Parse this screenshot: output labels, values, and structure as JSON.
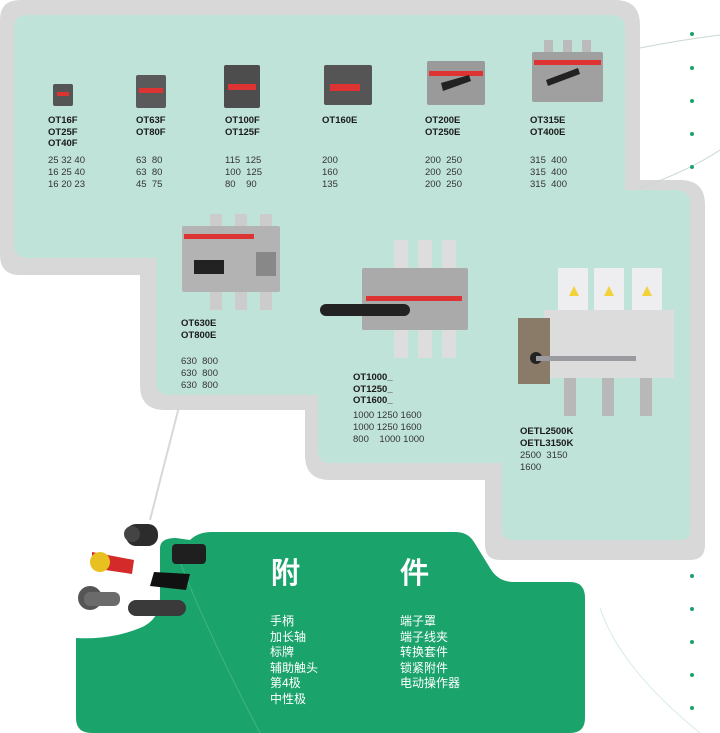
{
  "colors": {
    "panel": "#bfe3d8",
    "frame": "#d8d8d8",
    "accent": "#1aa36b",
    "text": "#1a1a1a"
  },
  "products": [
    {
      "model": "OT16F\nOT25F\nOT40F",
      "values": "25 32 40\n16 25 40\n16 20 23"
    },
    {
      "model": "OT63F\nOT80F",
      "values": "63  80\n63  80\n45  75"
    },
    {
      "model": "OT100F\nOT125F",
      "values": "115  125\n100  125\n80    90"
    },
    {
      "model": "OT160E",
      "values": "200\n160\n135"
    },
    {
      "model": "OT200E\nOT250E",
      "values": "200  250\n200  250\n200  250"
    },
    {
      "model": "OT315E\nOT400E",
      "values": "315  400\n315  400\n315  400"
    },
    {
      "model": "OT630E\nOT800E",
      "values": "630  800\n630  800\n630  800"
    },
    {
      "model": "OT1000_\nOT1250_\nOT1600_",
      "values": "1000 1250 1600\n1000 1250 1600\n800    1000 1000"
    },
    {
      "model": "OETL2500K\nOETL3150K",
      "values": "2500  3150\n1600"
    }
  ],
  "accessories": {
    "title_left": "附",
    "title_right": "件",
    "left_items": [
      "手柄",
      "加长轴",
      "标牌",
      "辅助触头",
      "第4极",
      "中性极"
    ],
    "right_items": [
      "端子罩",
      "端子线夹",
      "转换套件",
      "锁紧附件",
      "电动操作器"
    ]
  }
}
